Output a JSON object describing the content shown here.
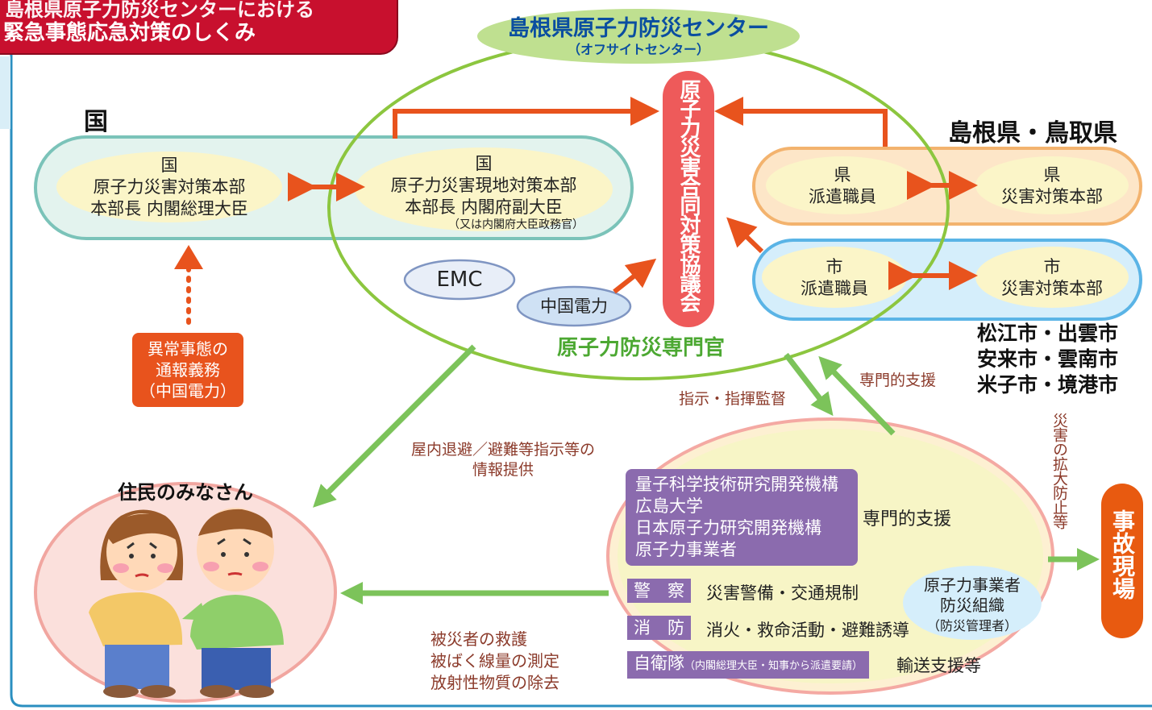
{
  "title": {
    "line1": "島根県原子力防災センターにおける",
    "line2": "緊急事態応急対策のしくみ"
  },
  "center": {
    "name": "島根県原子力防災センター",
    "sub": "（オフサイトセンター）"
  },
  "council": "原子力災害合同対策協議会",
  "national": {
    "heading": "国",
    "hq": [
      "国",
      "原子力災害対策本部",
      "本部長 内閣総理大臣"
    ],
    "local_hq": [
      "国",
      "原子力災害現地対策本部",
      "本部長 内閣府副大臣"
    ],
    "local_hq_note": "（又は内閣府大臣政務官）"
  },
  "prefecture": {
    "heading": "島根県・鳥取県",
    "dispatch": [
      "県",
      "派遣職員"
    ],
    "hq": [
      "県",
      "災害対策本部"
    ]
  },
  "city": {
    "dispatch": [
      "市",
      "派遣職員"
    ],
    "hq": [
      "市",
      "災害対策本部"
    ],
    "names": [
      "松江市・出雲市",
      "安来市・雲南市",
      "米子市・境港市"
    ]
  },
  "emc": "EMC",
  "chugoku": "中国電力",
  "specialist": "原子力防災専門官",
  "report_duty": [
    "異常事態の",
    "通報義務",
    "（中国電力）"
  ],
  "residents": "住民のみなさん",
  "labels": {
    "evac_info": [
      "屋内退避／避難等指示等の",
      "情報提供"
    ],
    "direction": "指示・指揮監督",
    "expert_support_top": "専門的支援",
    "expert_support_mid": "専門的支援",
    "prevent_spread": "災害の拡大防止等",
    "rescue": [
      "被災者の救護",
      "被ばく線量の測定",
      "放射性物質の除去"
    ]
  },
  "organizations": [
    "量子科学技術研究開発機構",
    "広島大学",
    "日本原子力研究開発機構",
    "原子力事業者"
  ],
  "police": {
    "tag": "警　察",
    "desc": "災害警備・交通規制"
  },
  "fire": {
    "tag": "消　防",
    "desc": "消火・救命活動・避難誘導"
  },
  "sdf": {
    "tag": "自衛隊",
    "note": "（内閣総理大臣・知事から派遣要請）",
    "desc": "輸送支援等"
  },
  "operator_org": [
    "原子力事業者",
    "防災組織"
  ],
  "operator_note": "（防災管理者）",
  "accident_site": "事故現場",
  "colors": {
    "title_red": "#c8102e",
    "green_ring": "#8cc63f",
    "arrow_orange": "#e8531d",
    "arrow_green": "#7cc35a",
    "council_red": "#ee5a5a",
    "org_purple": "#8b6bae",
    "site_orange": "#e85a10"
  }
}
